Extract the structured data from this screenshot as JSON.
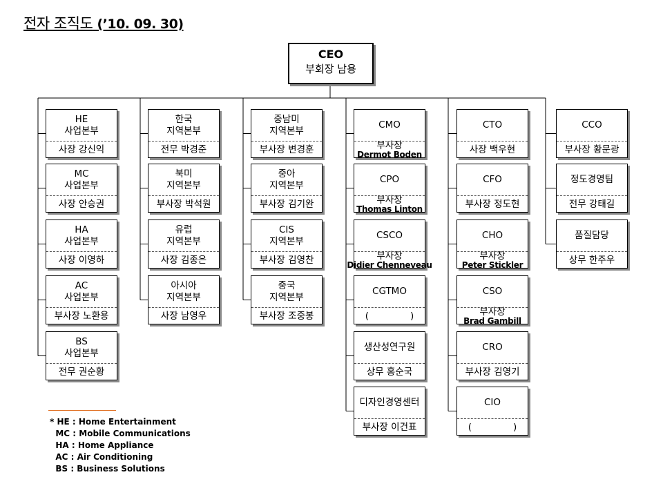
{
  "title": "전자 조직도",
  "title_date": "(’10. 09. 30)",
  "ceo": {
    "title": "CEO",
    "person": "부회장 남용"
  },
  "columns": [
    {
      "boxes": [
        {
          "name": [
            "HE",
            "사업본부"
          ],
          "person": [
            "사장 강신익"
          ]
        },
        {
          "name": [
            "MC",
            "사업본부"
          ],
          "person": [
            "사장 안승권"
          ]
        },
        {
          "name": [
            "HA",
            "사업본부"
          ],
          "person": [
            "사장 이영하"
          ]
        },
        {
          "name": [
            "AC",
            "사업본부"
          ],
          "person": [
            "부사장 노환용"
          ]
        },
        {
          "name": [
            "BS",
            "사업본부"
          ],
          "person": [
            "전무 권순황"
          ]
        }
      ]
    },
    {
      "boxes": [
        {
          "name": [
            "한국",
            "지역본부"
          ],
          "person": [
            "전무 박경준"
          ]
        },
        {
          "name": [
            "북미",
            "지역본부"
          ],
          "person": [
            "부사장 박석원"
          ]
        },
        {
          "name": [
            "유럽",
            "지역본부"
          ],
          "person": [
            "사장 김종은"
          ]
        },
        {
          "name": [
            "아시아",
            "지역본부"
          ],
          "person": [
            "사장 남영우"
          ]
        }
      ]
    },
    {
      "boxes": [
        {
          "name": [
            "중남미",
            "지역본부"
          ],
          "person": [
            "부사장 변경훈"
          ]
        },
        {
          "name": [
            "중아",
            "지역본부"
          ],
          "person": [
            "부사장 김기완"
          ]
        },
        {
          "name": [
            "CIS",
            "지역본부"
          ],
          "person": [
            "부사장 김영찬"
          ]
        },
        {
          "name": [
            "중국",
            "지역본부"
          ],
          "person": [
            "부사장 조중봉"
          ]
        }
      ]
    },
    {
      "boxes": [
        {
          "name": [
            "CMO"
          ],
          "person": [
            "부사장",
            "Dermot Boden"
          ]
        },
        {
          "name": [
            "CPO"
          ],
          "person": [
            "부사장",
            "Thomas Linton"
          ]
        },
        {
          "name": [
            "CSCO"
          ],
          "person": [
            "부사장",
            "Didier Chenneveau"
          ]
        },
        {
          "name": [
            "CGTMO"
          ],
          "person": [
            "(              )"
          ]
        },
        {
          "name": [
            "생산성연구원"
          ],
          "person": [
            "상무 홍순국"
          ]
        },
        {
          "name": [
            "디자인경영센터"
          ],
          "person": [
            "부사장 이건표"
          ]
        }
      ]
    },
    {
      "boxes": [
        {
          "name": [
            "CTO"
          ],
          "person": [
            "사장 백우현"
          ]
        },
        {
          "name": [
            "CFO"
          ],
          "person": [
            "부사장 정도현"
          ]
        },
        {
          "name": [
            "CHO"
          ],
          "person": [
            "부사장",
            "Peter Stickler"
          ]
        },
        {
          "name": [
            "CSO"
          ],
          "person": [
            "부사장",
            "Brad Gambill"
          ]
        },
        {
          "name": [
            "CRO"
          ],
          "person": [
            "부사장 김영기"
          ]
        },
        {
          "name": [
            "CIO"
          ],
          "person": [
            "(              )"
          ]
        }
      ]
    },
    {
      "boxes": [
        {
          "name": [
            "CCO"
          ],
          "person": [
            "부사장 황문광"
          ]
        },
        {
          "name": [
            "정도경영팀"
          ],
          "person": [
            "전무 강태길"
          ]
        },
        {
          "name": [
            "품질담당"
          ],
          "person": [
            "상무 한주우"
          ]
        }
      ]
    }
  ],
  "legend": [
    "* HE : Home Entertainment",
    "  MC : Mobile Communications",
    "  HA : Home Appliance",
    "  AC : Air Conditioning",
    "  BS : Business Solutions"
  ]
}
